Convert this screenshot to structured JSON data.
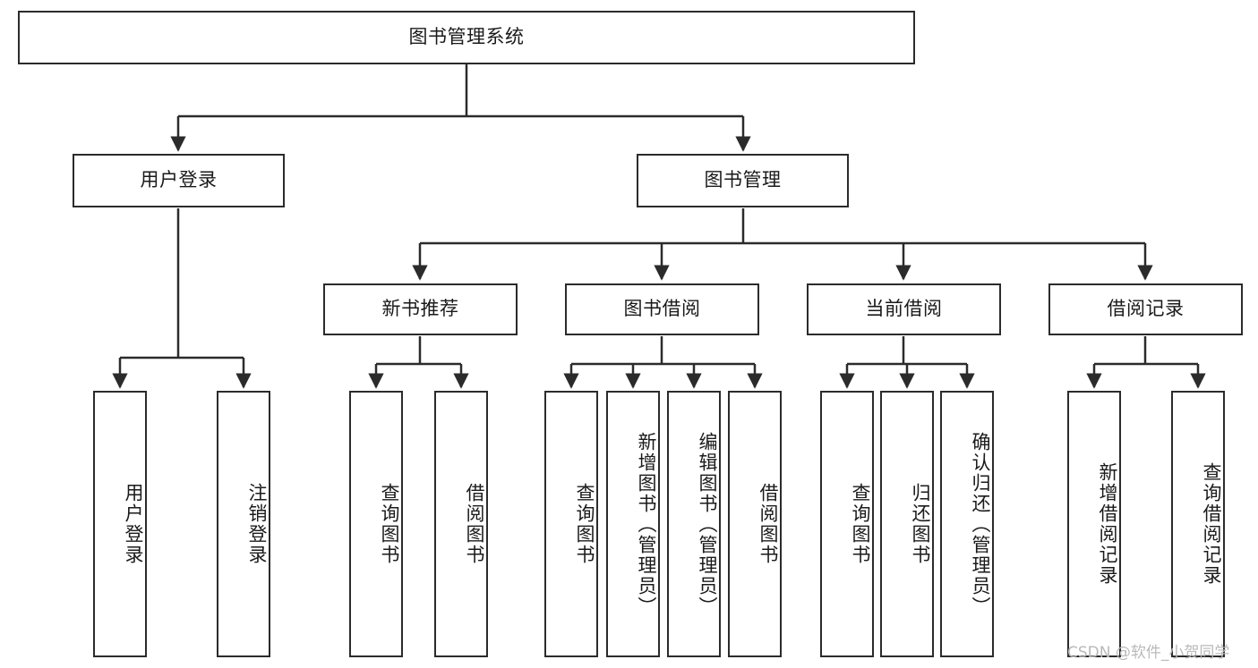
{
  "diagram": {
    "title": "图书管理系统",
    "type": "tree",
    "orientation": "top-down",
    "colors": {
      "node_border": "#2b2b2b",
      "node_fill": "#ffffff",
      "edge": "#2b2b2b",
      "text": "#1a1a1a",
      "watermark": "#b9b9b9",
      "background": "#ffffff"
    },
    "levels": {
      "root": "图书管理系统",
      "level2": [
        "用户登录",
        "图书管理"
      ],
      "level3": [
        "新书推荐",
        "图书借阅",
        "当前借阅",
        "借阅记录"
      ],
      "level4": [
        "用户登录",
        "注销登录",
        "查询图书",
        "借阅图书",
        "查询图书",
        "新增图书（管理员）",
        "编辑图书（管理员）",
        "借阅图书",
        "查询图书",
        "归还图书",
        "确认归还（管理员）",
        "新增借阅记录",
        "查询借阅记录"
      ]
    },
    "nodes": {
      "root": {
        "label": "图书管理系统"
      },
      "user_login": {
        "label": "用户登录"
      },
      "book_manage": {
        "label": "图书管理"
      },
      "new_book_rec": {
        "label": "新书推荐"
      },
      "book_borrow": {
        "label": "图书借阅"
      },
      "current_borrow": {
        "label": "当前借阅"
      },
      "borrow_record": {
        "label": "借阅记录"
      },
      "leaf_user_login": {
        "label": "用户登录"
      },
      "leaf_logout": {
        "label": "注销登录"
      },
      "leaf_query_book_a": {
        "label": "查询图书"
      },
      "leaf_borrow_book_a": {
        "label": "借阅图书"
      },
      "leaf_query_book_b": {
        "label": "查询图书"
      },
      "leaf_add_book": {
        "label": "新增图书（管理员）"
      },
      "leaf_edit_book": {
        "label": "编辑图书（管理员）"
      },
      "leaf_borrow_book_b": {
        "label": "借阅图书"
      },
      "leaf_query_book_c": {
        "label": "查询图书"
      },
      "leaf_return_book": {
        "label": "归还图书"
      },
      "leaf_confirm_return": {
        "label": "确认归还（管理员）"
      },
      "leaf_add_record": {
        "label": "新增借阅记录"
      },
      "leaf_query_record": {
        "label": "查询借阅记录"
      }
    },
    "edges": [
      {
        "from": "root",
        "to": "user_login"
      },
      {
        "from": "root",
        "to": "book_manage"
      },
      {
        "from": "user_login",
        "to": "leaf_user_login"
      },
      {
        "from": "user_login",
        "to": "leaf_logout"
      },
      {
        "from": "book_manage",
        "to": "new_book_rec"
      },
      {
        "from": "book_manage",
        "to": "book_borrow"
      },
      {
        "from": "book_manage",
        "to": "current_borrow"
      },
      {
        "from": "book_manage",
        "to": "borrow_record"
      },
      {
        "from": "new_book_rec",
        "to": "leaf_query_book_a"
      },
      {
        "from": "new_book_rec",
        "to": "leaf_borrow_book_a"
      },
      {
        "from": "book_borrow",
        "to": "leaf_query_book_b"
      },
      {
        "from": "book_borrow",
        "to": "leaf_add_book"
      },
      {
        "from": "book_borrow",
        "to": "leaf_edit_book"
      },
      {
        "from": "book_borrow",
        "to": "leaf_borrow_book_b"
      },
      {
        "from": "current_borrow",
        "to": "leaf_query_book_c"
      },
      {
        "from": "current_borrow",
        "to": "leaf_return_book"
      },
      {
        "from": "current_borrow",
        "to": "leaf_confirm_return"
      },
      {
        "from": "borrow_record",
        "to": "leaf_add_record"
      },
      {
        "from": "borrow_record",
        "to": "leaf_query_record"
      }
    ]
  },
  "watermark": {
    "text": "CSDN @软件_小贺同学"
  }
}
